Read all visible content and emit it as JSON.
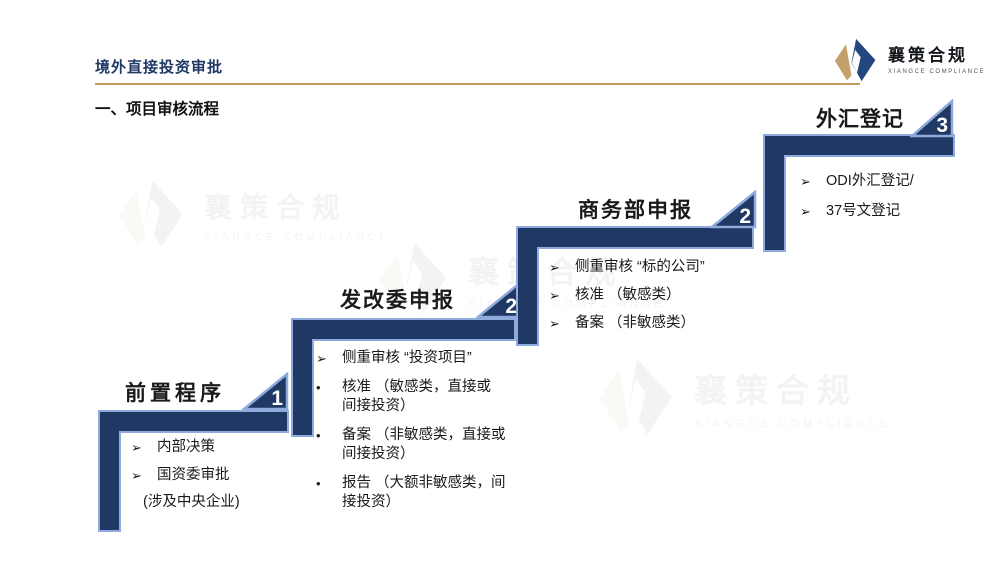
{
  "header": {
    "title": "境外直接投资审批",
    "brand": {
      "name": "襄策合规",
      "subtitle": "XIANGCE COMPLIANCE"
    }
  },
  "page_title": "一、项目审核流程",
  "watermark": {
    "name": "襄策合规",
    "subtitle": "XIANGCE COMPLIANCE"
  },
  "colors": {
    "navy": "#1F3864",
    "light_blue_edge": "#8FAADC",
    "gold_line": "#C49A5E",
    "logo_gold": "#C5A06A",
    "logo_blue": "#24477F"
  },
  "steps": [
    {
      "title": "前置程序",
      "number": "1",
      "bullets": [
        {
          "marker": "➢",
          "text": "内部决策"
        },
        {
          "marker": "➢",
          "text": "国资委审批"
        },
        {
          "marker": "",
          "text": "(涉及中央企业)"
        }
      ]
    },
    {
      "title": "发改委申报",
      "number": "2",
      "bullets": [
        {
          "marker": "➢",
          "text": "侧重审核 “投资项目”"
        },
        {
          "marker": "•",
          "text": "核准 （敏感类，直接或\n间接投资）"
        },
        {
          "marker": "•",
          "text": "备案 （非敏感类，直接或\n间接投资）"
        },
        {
          "marker": "•",
          "text": "报告 （大额非敏感类，间\n接投资）"
        }
      ]
    },
    {
      "title": "商务部申报",
      "number": "2",
      "bullets": [
        {
          "marker": "➢",
          "text": "侧重审核 “标的公司”"
        },
        {
          "marker": "➢",
          "text": "核准 （敏感类）"
        },
        {
          "marker": "➢",
          "text": "备案 （非敏感类）"
        }
      ]
    },
    {
      "title": "外汇登记",
      "number": "3",
      "bullets": [
        {
          "marker": "➢",
          "text": "ODI外汇登记/"
        },
        {
          "marker": "➢",
          "text": "37号文登记"
        }
      ]
    }
  ]
}
